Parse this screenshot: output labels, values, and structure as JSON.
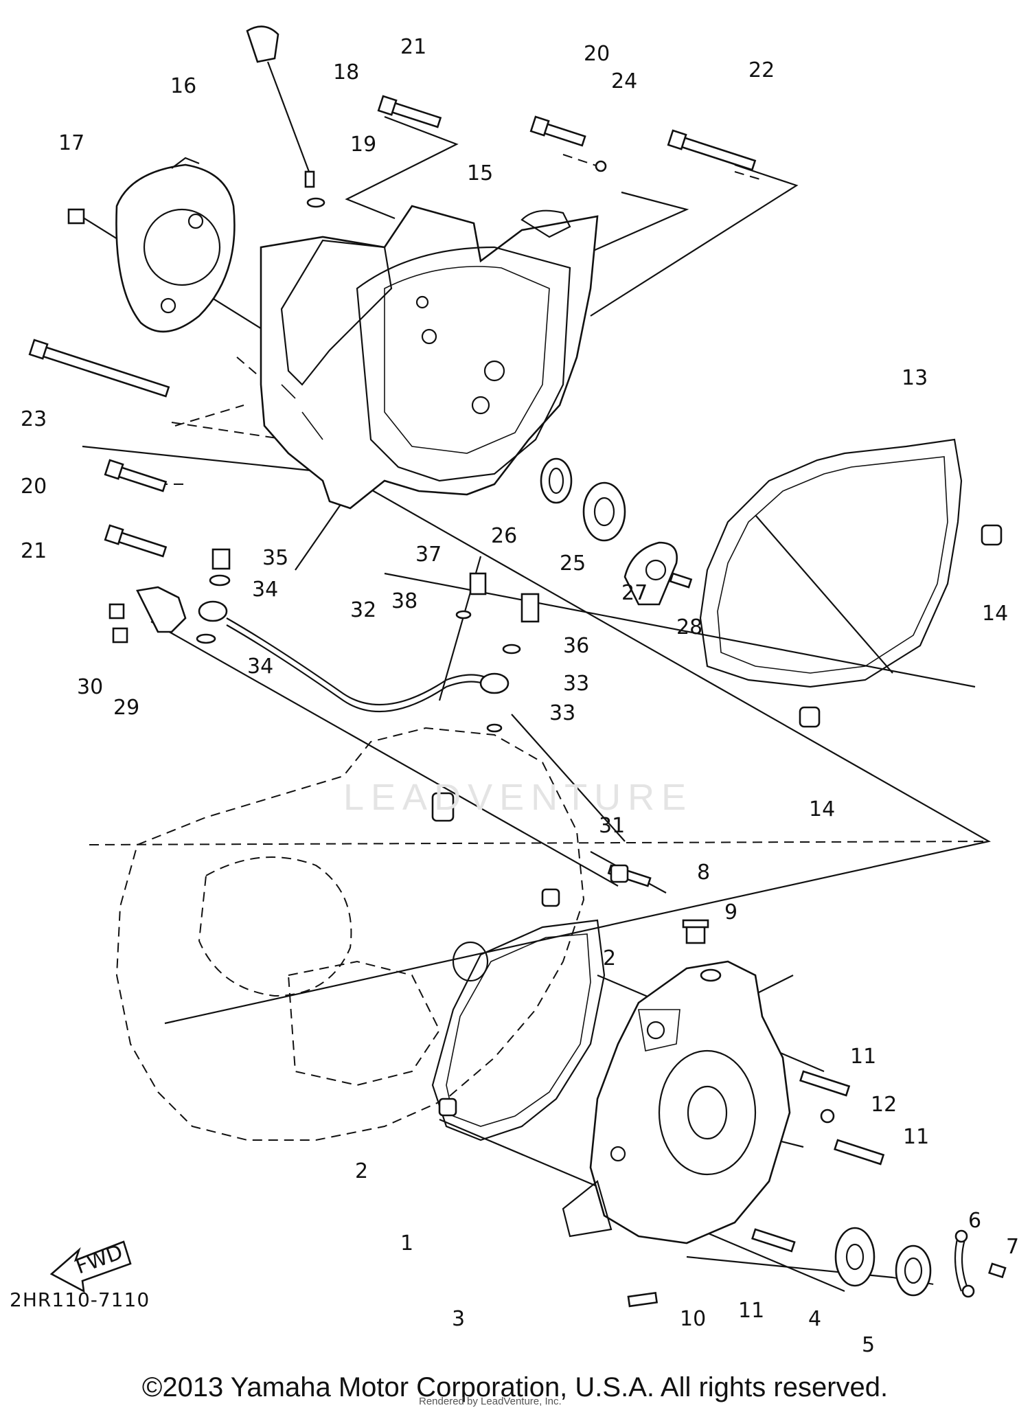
{
  "diagram_code": "2HR110-7110",
  "copyright": "©2013 Yamaha Motor Corporation, U.S.A. All rights reserved.",
  "rendered_by": "Rendered by LeadVenture, Inc.",
  "watermark": "LEADVENTURE",
  "fwd_label": "FWD",
  "part_labels": {
    "p1": "1",
    "p2a": "2",
    "p2b": "2",
    "p3": "3",
    "p4": "4",
    "p5": "5",
    "p6": "6",
    "p7": "7",
    "p8": "8",
    "p9": "9",
    "p10": "10",
    "p11a": "11",
    "p11b": "11",
    "p11c": "11",
    "p12": "12",
    "p13": "13",
    "p14a": "14",
    "p14b": "14",
    "p15": "15",
    "p16": "16",
    "p17": "17",
    "p18": "18",
    "p19": "19",
    "p20a": "20",
    "p20b": "20",
    "p21a": "21",
    "p21b": "21",
    "p22": "22",
    "p23": "23",
    "p24": "24",
    "p25": "25",
    "p26": "26",
    "p27": "27",
    "p28": "28",
    "p29": "29",
    "p30": "30",
    "p31": "31",
    "p32": "32",
    "p33a": "33",
    "p33b": "33",
    "p34a": "34",
    "p34b": "34",
    "p35": "35",
    "p36": "36",
    "p37": "37",
    "p38": "38"
  }
}
